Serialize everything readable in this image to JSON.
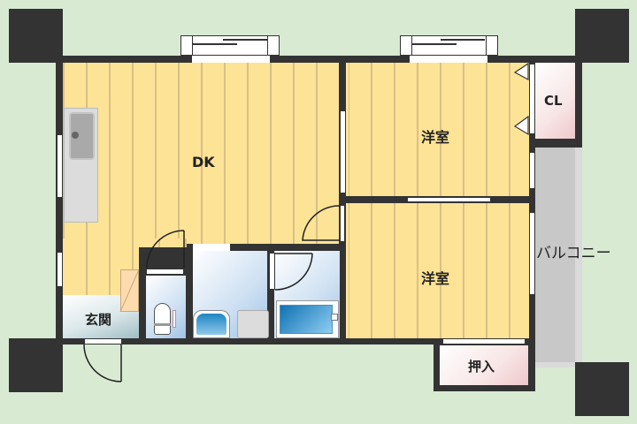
{
  "floor_plan": {
    "rooms": {
      "dk": {
        "label": "DK",
        "type": "dining-kitchen"
      },
      "western_room_1": {
        "label": "洋室",
        "type": "western-style-room"
      },
      "western_room_2": {
        "label": "洋室",
        "type": "western-style-room"
      },
      "closet": {
        "label": "CL",
        "type": "closet"
      },
      "entrance": {
        "label": "玄関",
        "type": "entrance"
      },
      "storage": {
        "label": "押入",
        "type": "oshiire-storage"
      },
      "balcony": {
        "label": "バルコニー",
        "type": "balcony"
      },
      "toilet": {
        "label": "",
        "type": "toilet"
      },
      "washroom": {
        "label": "",
        "type": "washroom"
      },
      "bathroom": {
        "label": "",
        "type": "bathroom"
      }
    },
    "colors": {
      "background": "#d8ead2",
      "wall": "#333333",
      "wood_floor": "#fde396",
      "wood_stripe": "#d9bf86",
      "wet_area": "#cde0f2",
      "closet": "#f8e6e6",
      "balcony": "#c8c8c8"
    },
    "fixtures": [
      "kitchen-sink",
      "toilet",
      "wash-basin",
      "washing-machine-pan",
      "bathtub"
    ]
  }
}
